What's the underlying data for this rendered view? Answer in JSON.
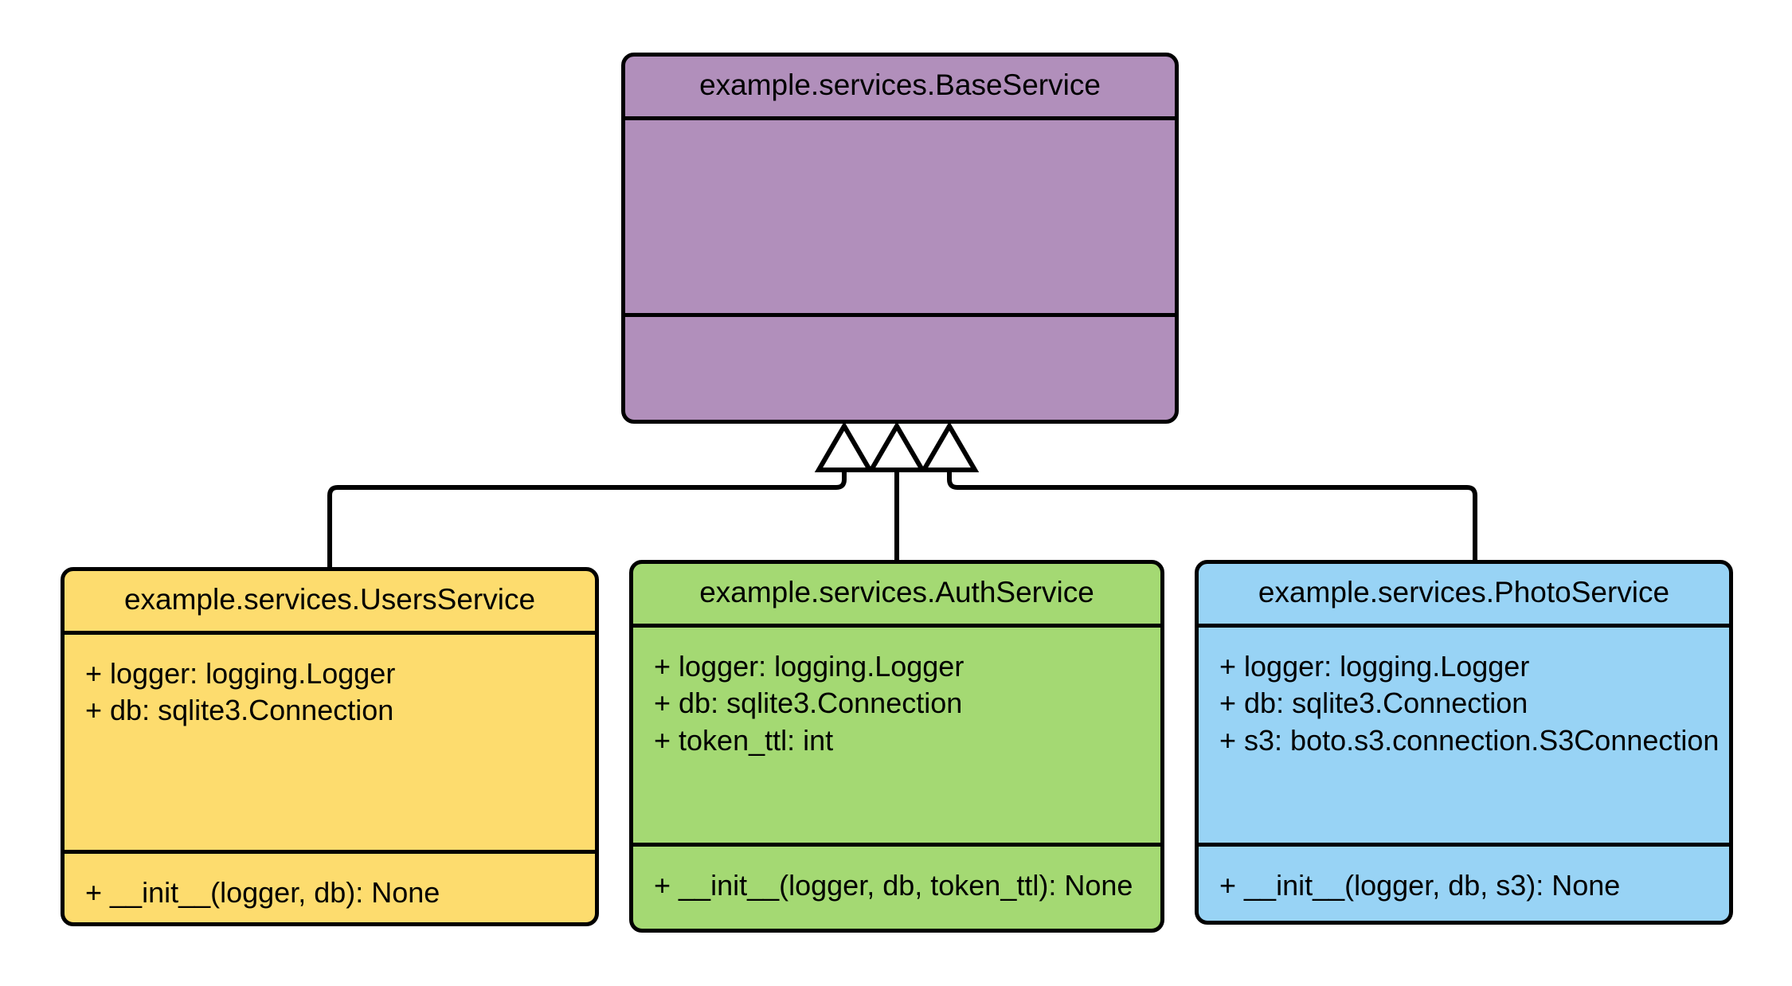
{
  "diagram": {
    "type": "uml-class-diagram",
    "background": "#ffffff",
    "line_color": "#000000",
    "relationship": "generalization",
    "classes": [
      {
        "id": "base",
        "name": "example.services.BaseService",
        "color": "#b18fbb",
        "attributes": [],
        "methods": []
      },
      {
        "id": "users",
        "name": "example.services.UsersService",
        "color": "#fddc6e",
        "attributes": [
          "+ logger: logging.Logger",
          "+ db: sqlite3.Connection"
        ],
        "methods": [
          "+ __init__(logger, db): None"
        ]
      },
      {
        "id": "auth",
        "name": "example.services.AuthService",
        "color": "#a4d973",
        "attributes": [
          "+ logger: logging.Logger",
          "+ db: sqlite3.Connection",
          "+ token_ttl: int"
        ],
        "methods": [
          "+ __init__(logger, db, token_ttl): None"
        ]
      },
      {
        "id": "photo",
        "name": "example.services.PhotoService",
        "color": "#98d3f5",
        "attributes": [
          "+ logger: logging.Logger",
          "+ db: sqlite3.Connection",
          "+ s3: boto.s3.connection.S3Connection"
        ],
        "methods": [
          "+ __init__(logger, db, s3): None"
        ]
      }
    ],
    "edges": [
      {
        "from": "users",
        "to": "base",
        "kind": "inherits"
      },
      {
        "from": "auth",
        "to": "base",
        "kind": "inherits"
      },
      {
        "from": "photo",
        "to": "base",
        "kind": "inherits"
      }
    ]
  }
}
